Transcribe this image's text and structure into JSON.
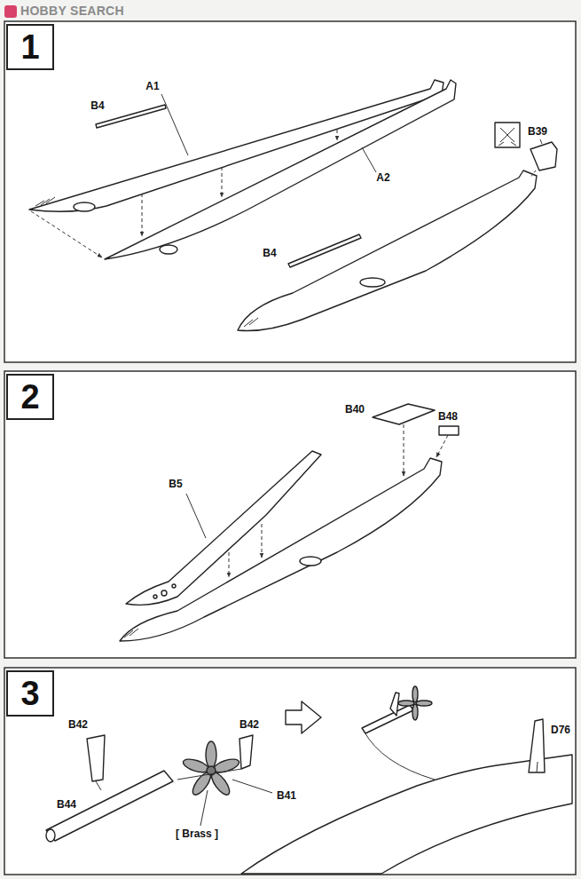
{
  "diagram": {
    "nodes": [
      {
        "text": [
          "1"
        ]
      },
      {
        "text": [
          "2"
        ]
      },
      {
        "text": [
          "3"
        ]
      }
    ],
    "labels": [
      "HOBBY SEARCH",
      "A1",
      "B4",
      "B39",
      "A2",
      "B4",
      "B40",
      "B48",
      "B5",
      "B42",
      "B42",
      "B44",
      "B41",
      "[ Brass ]",
      "D76"
    ]
  }
}
